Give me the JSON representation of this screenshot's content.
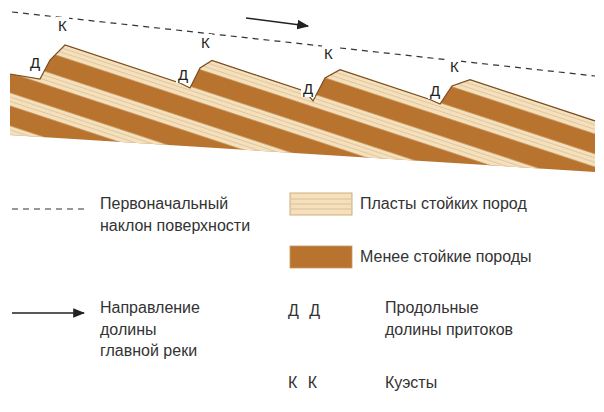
{
  "diagram": {
    "labels": [
      "К",
      "Д",
      "К",
      "Д",
      "К",
      "Д",
      "К",
      "Д",
      "Д Д",
      "К К"
    ],
    "legend": [
      {
        "text": "Первоначальный наклон поверхности"
      },
      {
        "text": "Пласты стойких пород",
        "color": "#f5e0bd"
      },
      {
        "text": "Менее стойкие породы",
        "color": "#b8732e"
      },
      {
        "text": "Направление долины главной реки"
      },
      {
        "text": "Продольные долины притоков"
      },
      {
        "text": "Куэсты"
      }
    ]
  }
}
